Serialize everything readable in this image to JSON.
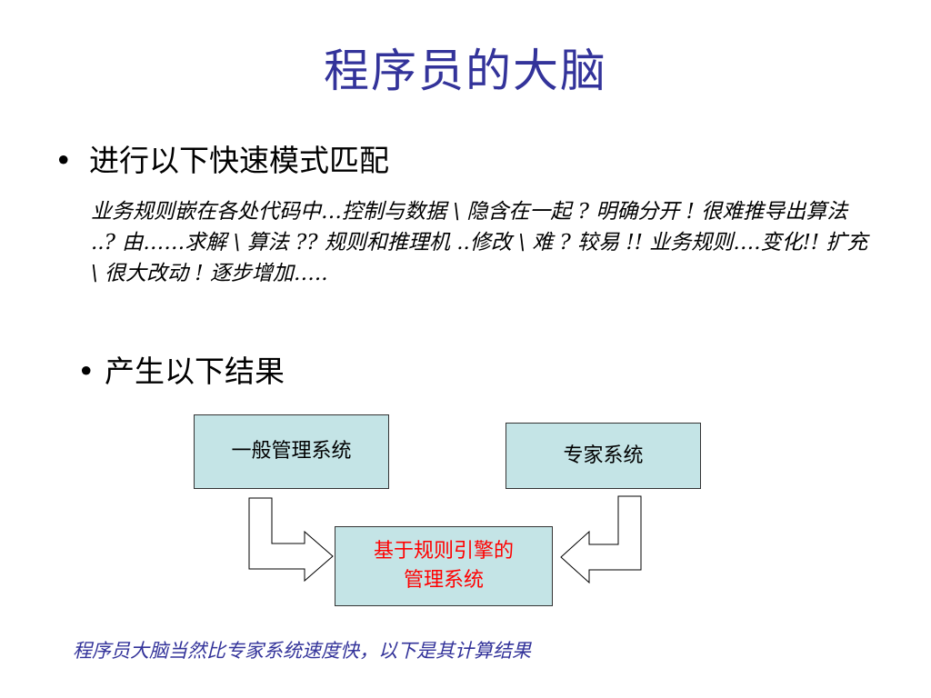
{
  "slide": {
    "title": "程序员的大脑",
    "bullet1": "进行以下快速模式匹配",
    "bullet_symbol": "•",
    "paragraph": "业务规则嵌在各处代码中…控制与数据 \\ 隐含在一起 ? 明确分开 ! 很难推导出算法 ..? 由……求解 \\ 算法 ?? 规则和推理机 ..修改 \\ 难 ? 较易 !! 业务规则….变化!! 扩充 \\ 很大改动 ! 逐步增加…..",
    "bullet2": "• 产生以下结果",
    "footer": "程序员大脑当然比专家系统速度快，以下是其计算结果"
  },
  "diagram": {
    "box_general": "一般管理系统",
    "box_expert": "专家系统",
    "box_rule_line1": "基于规则引擎的",
    "box_rule_line2": "管理系统",
    "colors": {
      "box_fill": "#c4e4e6",
      "highlight_text": "#ff0000",
      "title": "#33339a"
    }
  }
}
